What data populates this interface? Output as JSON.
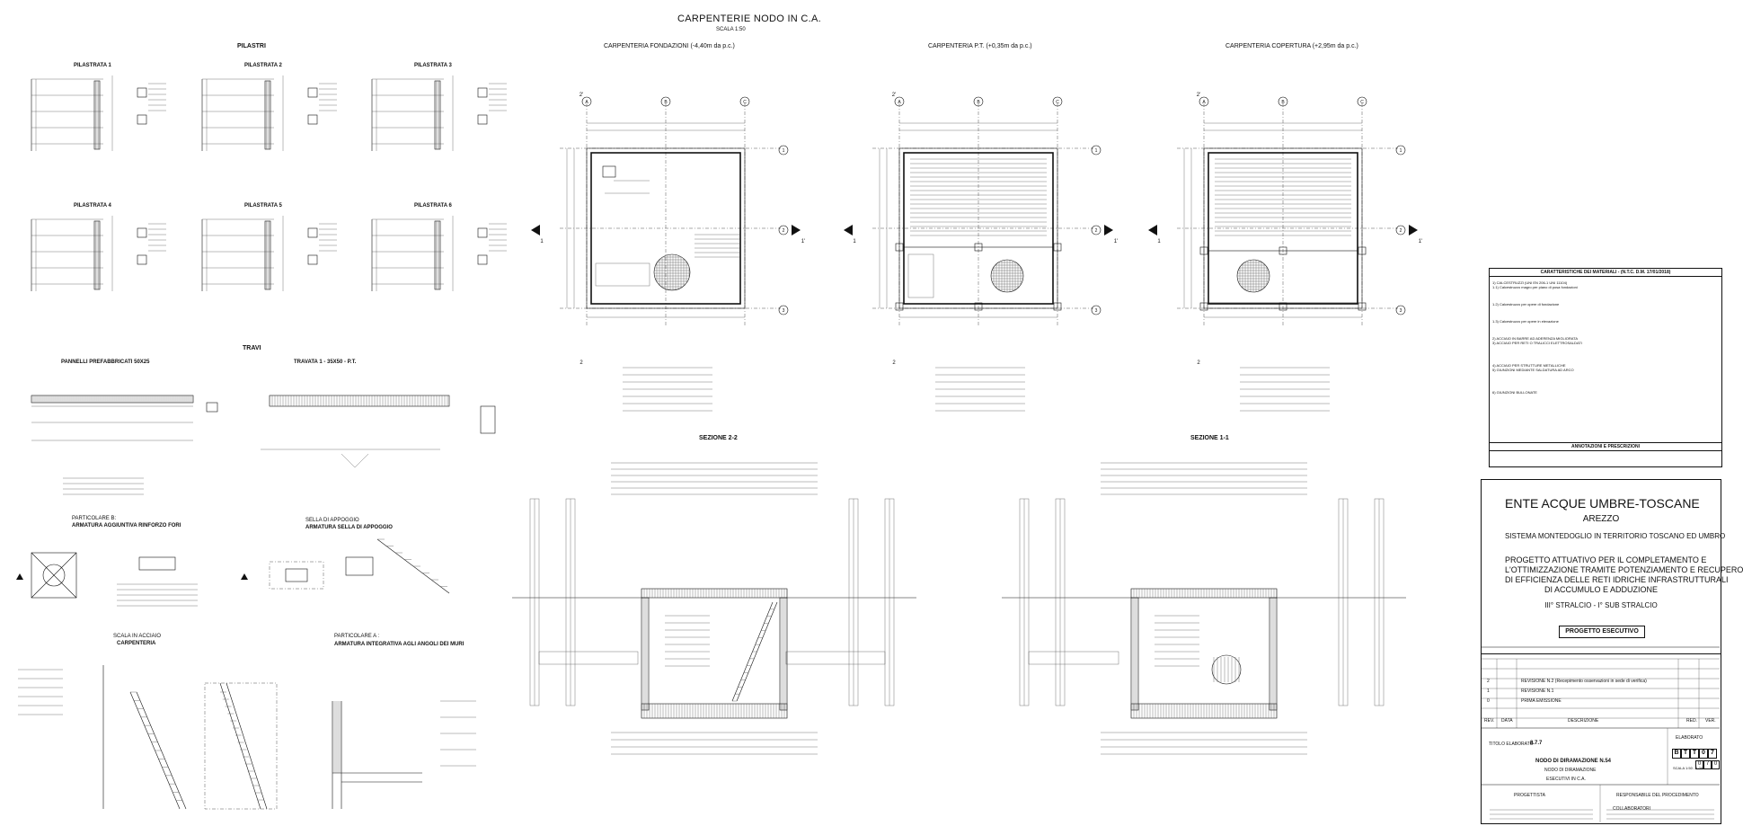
{
  "header": {
    "title": "CARPENTERIE  NODO IN C.A.",
    "scale": "SCALA 1:50"
  },
  "sections": {
    "pilastri": "PILASTRI",
    "travi": "TRAVI",
    "fondazioni": "CARPENTERIA  FONDAZIONI (-4,40m da p.c.)",
    "pt": "CARPENTERIA  P.T. (+0,35m da p.c.)",
    "copertura": "CARPENTERIA  COPERTURA (+2,95m da p.c.)",
    "sezione22": "SEZIONE 2-2",
    "sezione11": "SEZIONE 1-1"
  },
  "pilastrate": [
    "PILASTRATA 1",
    "PILASTRATA 2",
    "PILASTRATA 3",
    "PILASTRATA 4",
    "PILASTRATA 5",
    "PILASTRATA 6"
  ],
  "travi": {
    "pannelli": "PANNELLI PREFABBRICATI 50X25",
    "trave1": "TRAVATA 1 - 35X50 - P.T."
  },
  "particolari": {
    "b_title": "PARTICOLARE B:",
    "b_sub": "ARMATURA AGGIUNTIVA RINFORZO FORI",
    "sella_title": "SELLA DI APPOGGIO",
    "sella_sub": "ARMATURA SELLA DI APPOGGIO",
    "scala_title": "SCALA IN ACCIAIO",
    "scala_sub": "CARPENTERIA",
    "a_title": "PARTICOLARE A :",
    "a_sub": "ARMATURA INTEGRATIVA AGLI ANGOLI DEI MURI"
  },
  "grid_labels": {
    "cols": [
      "A",
      "B",
      "C"
    ],
    "rows": [
      "1",
      "2",
      "3"
    ],
    "cuts": [
      "1",
      "1'",
      "2",
      "2'"
    ]
  },
  "notes": {
    "header": "CARATTERISTICHE DEI MATERIALI - (N.T.C.   D.M. 17/01/2018)",
    "rows": [
      "1)   CALCESTRUZZI (UNI EN 206-1 UNI 11104)",
      "1.1) Calcestruzzo magro per piano di posa fondazioni",
      "1.2) Calcestruzzo per opere di fondazione",
      "1.3) Calcestruzzo per opere in elevazione",
      "2)   ACCIAIO IN BARRE AD ADERENZA MIGLIORATA",
      "3)   ACCIAIO PER RETI O TRALICCI ELETTROSALDATI",
      "4)   ACCIAIO PER STRUTTURE METALLICHE",
      "5)   GIUNZIONI MEDIANTE SALDATURA AD ARCO",
      "6)   GIUNZIONI BULLONATE"
    ],
    "footer": "ANNOTAZIONI E PRESCRIZIONI"
  },
  "title_block": {
    "ente": "ENTE ACQUE UMBRE-TOSCANE",
    "city": "AREZZO",
    "sistema": "SISTEMA MONTEDOGLIO IN TERRITORIO TOSCANO ED UMBRO",
    "progetto_1": "PROGETTO ATTUATIVO PER IL COMPLETAMENTO E",
    "progetto_2": "L'OTTIMIZZAZIONE TRAMITE POTENZIAMENTO E RECUPERO",
    "progetto_3": "DI EFFICIENZA DELLE RETI IDRICHE INFRASTRUTTURALI",
    "progetto_4": "DI ACCUMULO E ADDUZIONE",
    "stralcio": "III° STRALCIO - I° SUB STRALCIO",
    "fase": "PROGETTO ESECUTIVO",
    "revisions": [
      {
        "n": "2",
        "desc": "REVISIONE  N.2  (Recepimento osservazioni in sede di verifica)"
      },
      {
        "n": "1",
        "desc": "REVISIONE  N.1"
      },
      {
        "n": "0",
        "desc": "PRIMA  EMISSIONE"
      }
    ],
    "rev_headers": [
      "REV.",
      "DATA",
      "DESCRIZIONE",
      "RED.",
      "VER."
    ],
    "titolo_label": "TITOLO  ELABORATO",
    "titolo_code": "8.7.7",
    "nodo": "NODO DI DIRAMAZIONE N.54",
    "nodo_sub": "NODO DI DIRAMAZIONE",
    "esecutivi": "ESECUTIVI IN C.A.",
    "elaborato_label": "ELABORATO",
    "elaborato_code": [
      "B",
      "T",
      "T",
      "0",
      "7"
    ],
    "elaborato_code2": [
      "0",
      "7",
      "0"
    ],
    "scala_label": "SCALA 1:50 - 1:20",
    "progettista_label": "PROGETTISTA",
    "responsabile_label": "RESPONSABILE DEL PROCEDIMENTO",
    "collaboratori_label": "COLLABORATORI"
  }
}
